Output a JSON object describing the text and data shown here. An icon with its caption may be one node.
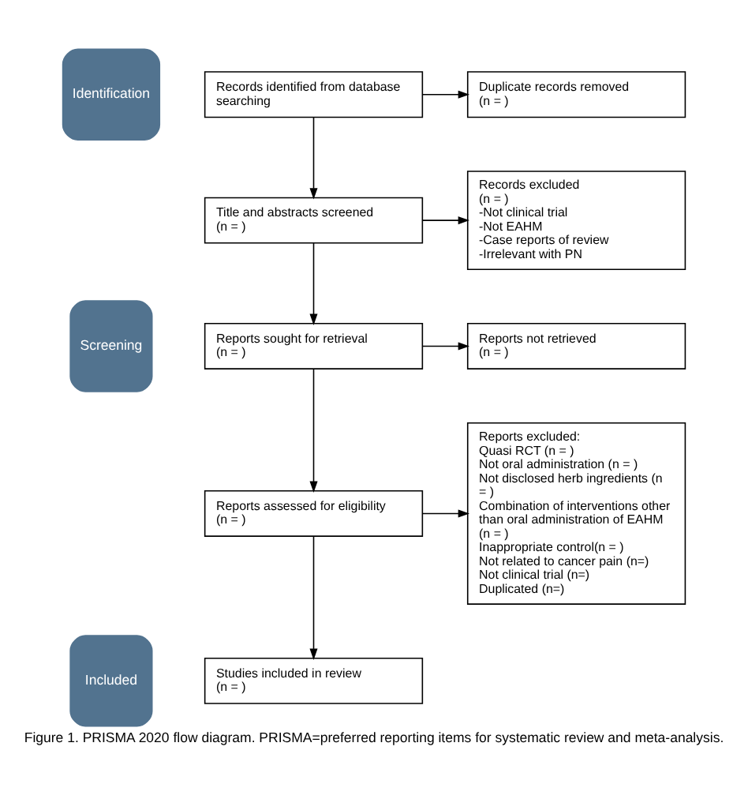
{
  "diagram": {
    "caption": "Figure 1. PRISMA 2020 flow diagram. PRISMA=preferred reporting items for systematic review and meta-analysis.",
    "nodes": [
      {
        "text": [
          "Identification"
        ]
      },
      {
        "text": [
          "Screening"
        ]
      },
      {
        "text": [
          "Included"
        ]
      },
      {
        "text": [
          "Records identified from database searching"
        ]
      },
      {
        "text": [
          "Duplicate records removed",
          "(n = )"
        ]
      },
      {
        "text": [
          "Title and abstracts screened",
          "(n = )"
        ]
      },
      {
        "text": [
          "Records excluded",
          "(n = )",
          "-Not clinical trial",
          "-Not EAHM",
          "-Case reports of review",
          "-Irrelevant with PN"
        ]
      },
      {
        "text": [
          "Reports sought for retrieval",
          "(n = )"
        ]
      },
      {
        "text": [
          "Reports not retrieved",
          "(n = )"
        ]
      },
      {
        "text": [
          "Reports assessed for eligibility",
          "(n = )"
        ]
      },
      {
        "text": [
          "Reports excluded:",
          "Quasi RCT (n = )",
          "Not oral administration (n = )",
          "Not disclosed herb ingredients (n = )",
          "Combination of interventions other than oral administration of EAHM (n = )",
          "Inappropriate control(n = )",
          "Not related to cancer pain (n=)",
          "Not clinical trial (n=)",
          "Duplicated (n=)"
        ]
      },
      {
        "text": [
          "Studies included in review",
          "(n = )"
        ]
      }
    ],
    "edges": [
      {
        "from": 3,
        "to": 4,
        "arrow": "to"
      },
      {
        "from": 3,
        "to": 5,
        "arrow": "to"
      },
      {
        "from": 5,
        "to": 6,
        "arrow": "to"
      },
      {
        "from": 5,
        "to": 7,
        "arrow": "to"
      },
      {
        "from": 7,
        "to": 8,
        "arrow": "to"
      },
      {
        "from": 7,
        "to": 9,
        "arrow": "to"
      },
      {
        "from": 9,
        "to": 10,
        "arrow": "to"
      },
      {
        "from": 9,
        "to": 11,
        "arrow": "to"
      }
    ]
  }
}
